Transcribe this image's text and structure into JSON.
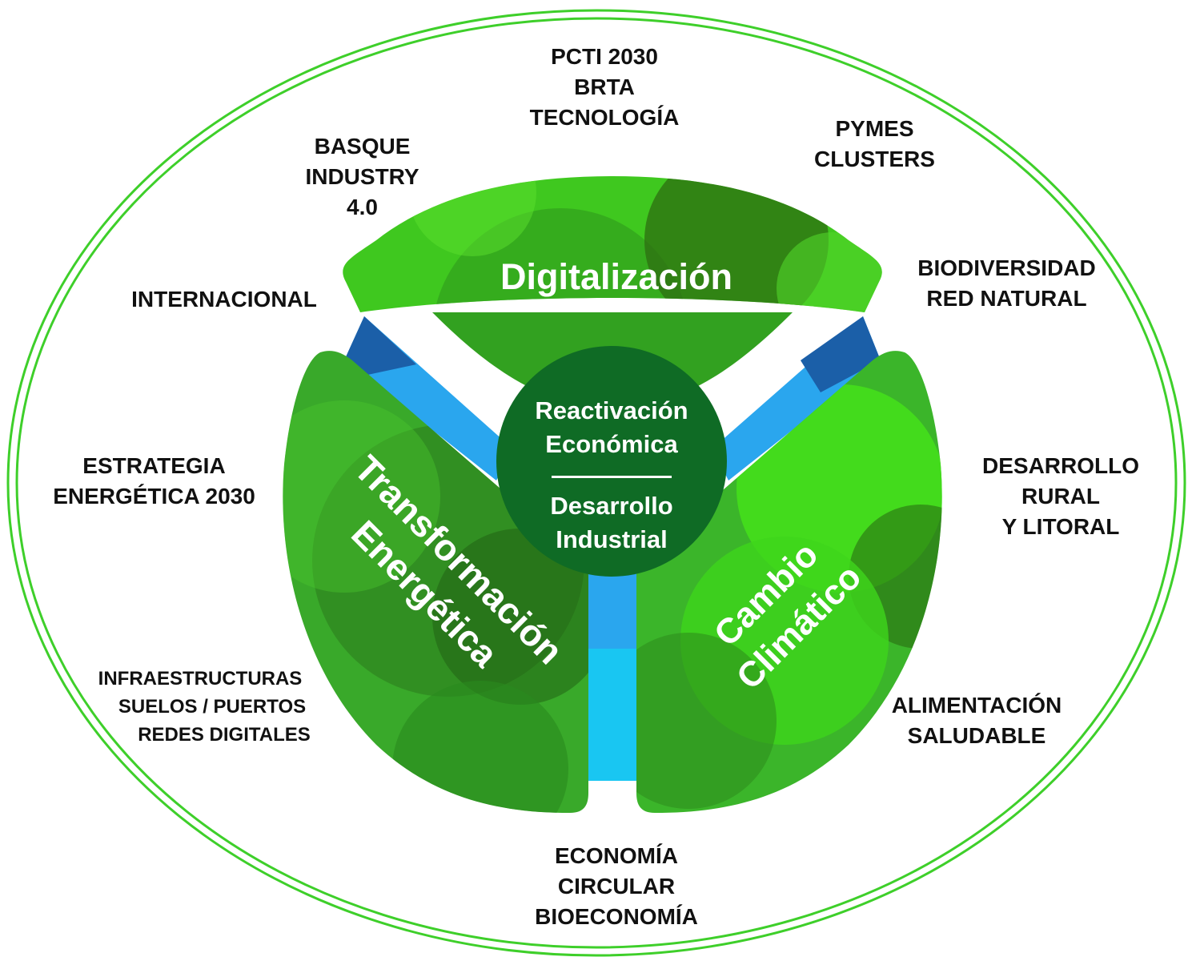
{
  "colors": {
    "ring": "#3ecf2a",
    "digital_petal": "#3fc81f",
    "energy_petal": "#39a92a",
    "climate_petal": "#3bb52a",
    "water": "#2aa6ee",
    "core": "#0f6b25",
    "label_text": "#111111"
  },
  "center": {
    "line1": "Reactivación",
    "line2": "Económica",
    "line3": "Desarrollo",
    "line4": "Industrial"
  },
  "pillars": {
    "digital": "Digitalización",
    "energy": {
      "line1": "Transformación",
      "line2": "Energética"
    },
    "climate": {
      "line1": "Cambio",
      "line2": "Climático"
    }
  },
  "labels": {
    "pcti": [
      "PCTI 2030",
      "BRTA",
      "TECNOLOGÍA"
    ],
    "pymes": [
      "PYMES",
      "CLUSTERS"
    ],
    "basque": [
      "BASQUE",
      "INDUSTRY",
      "4.0"
    ],
    "internacional": [
      "INTERNACIONAL"
    ],
    "biodiversidad": [
      "BIODIVERSIDAD",
      "RED NATURAL"
    ],
    "estrategia": [
      "ESTRATEGIA",
      "ENERGÉTICA 2030"
    ],
    "desarrollo_rural": [
      "DESARROLLO",
      "RURAL",
      "Y LITORAL"
    ],
    "infraestructuras": [
      "INFRAESTRUCTURAS",
      "SUELOS / PUERTOS",
      "REDES DIGITALES"
    ],
    "alimentacion": [
      "ALIMENTACIÓN",
      "SALUDABLE"
    ],
    "economia": [
      "ECONOMÍA",
      "CIRCULAR",
      "BIOECONOMÍA"
    ]
  }
}
